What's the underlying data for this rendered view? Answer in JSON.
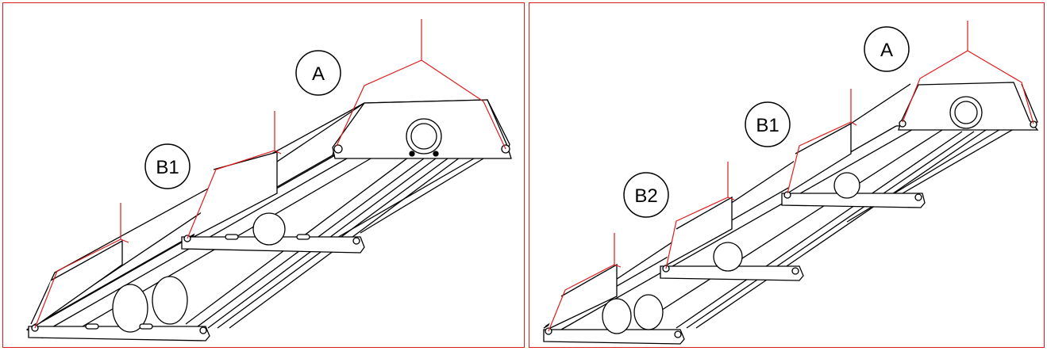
{
  "colors": {
    "frame": "#e01b1b",
    "leader": "#e01b1b",
    "line_art": "#000000",
    "background": "#ffffff"
  },
  "panels": [
    {
      "callouts": [
        {
          "label": "A"
        },
        {
          "label": "B1"
        }
      ]
    },
    {
      "callouts": [
        {
          "label": "A"
        },
        {
          "label": "B1"
        },
        {
          "label": "B2"
        }
      ]
    }
  ]
}
